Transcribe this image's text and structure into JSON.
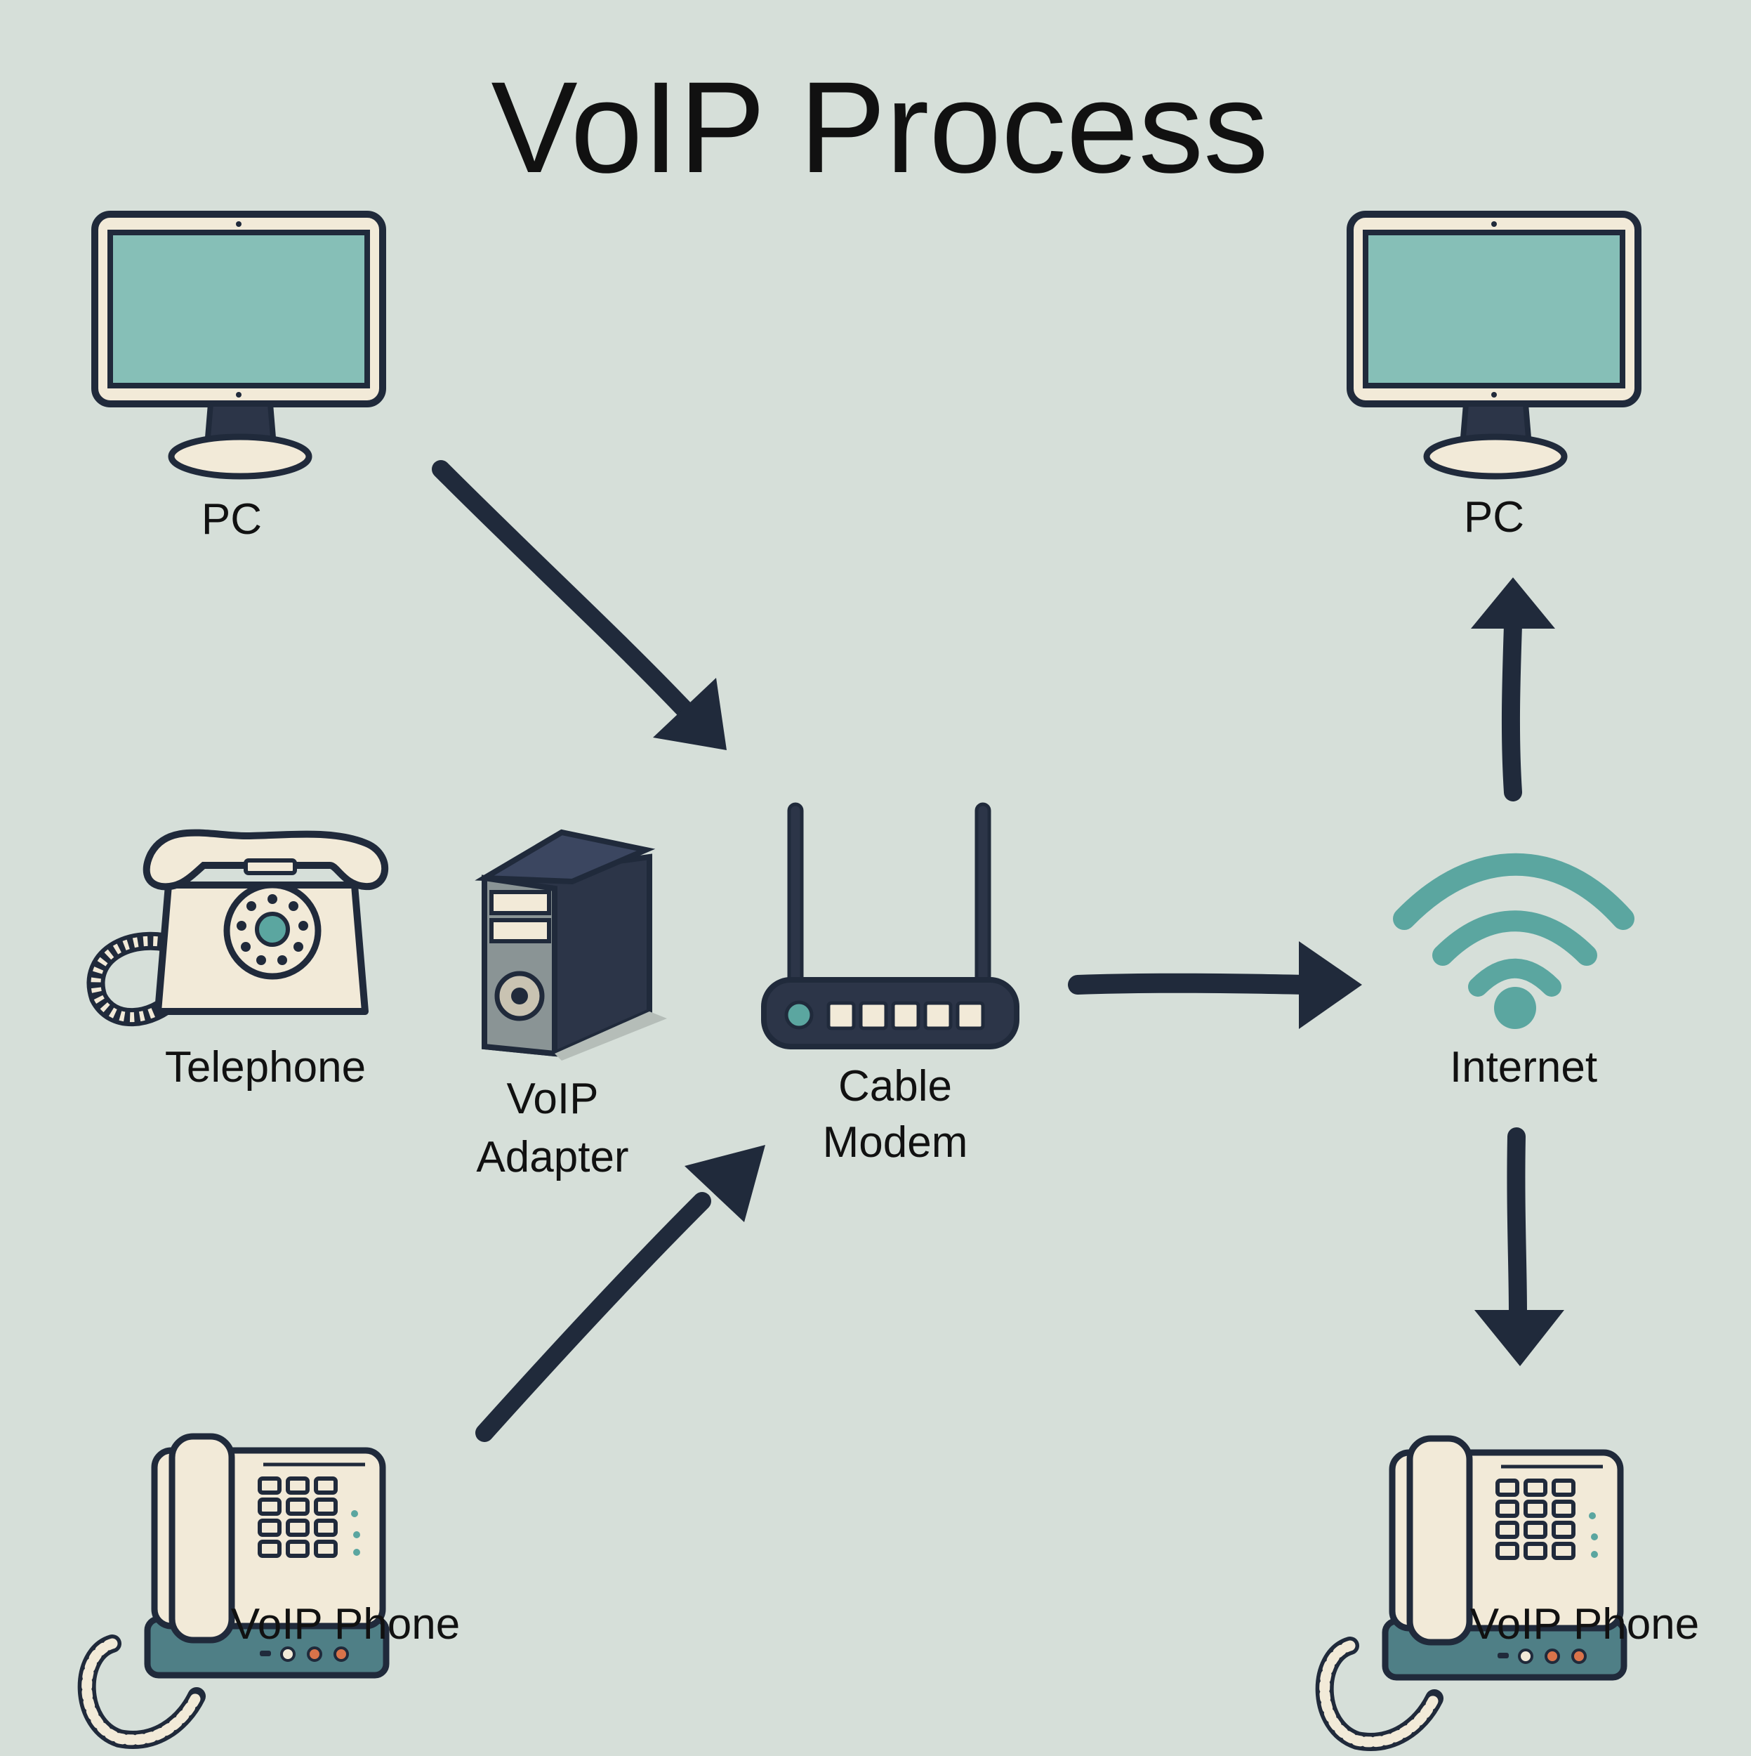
{
  "title": "VoIP Process",
  "colors": {
    "background": "#d6dfd9",
    "outline": "#202a3b",
    "screen": "#86bfb7",
    "cream": "#f2ead8",
    "teal": "#5ba6a0",
    "accent_orange": "#d9734a"
  },
  "nodes": {
    "pc_left": {
      "label": "PC",
      "icon": "monitor-icon"
    },
    "pc_right": {
      "label": "PC",
      "icon": "monitor-icon"
    },
    "telephone": {
      "label": "Telephone",
      "icon": "rotary-phone-icon"
    },
    "voip_adapter": {
      "label_line1": "VoIP",
      "label_line2": "Adapter",
      "icon": "adapter-box-icon"
    },
    "cable_modem": {
      "label_line1": "Cable",
      "label_line2": "Modem",
      "icon": "router-icon"
    },
    "internet": {
      "label": "Internet",
      "icon": "wifi-icon"
    },
    "voip_phone_left": {
      "label": "VoIP Phone",
      "icon": "desk-phone-icon"
    },
    "voip_phone_right": {
      "label": "VoIP Phone",
      "icon": "desk-phone-icon"
    }
  },
  "edges": [
    {
      "from": "PC",
      "to": "Cable Modem"
    },
    {
      "from": "VoIP Phone",
      "to": "Cable Modem"
    },
    {
      "from": "Cable Modem",
      "to": "Internet"
    },
    {
      "from": "Internet",
      "to": "PC"
    },
    {
      "from": "Internet",
      "to": "VoIP Phone"
    }
  ]
}
